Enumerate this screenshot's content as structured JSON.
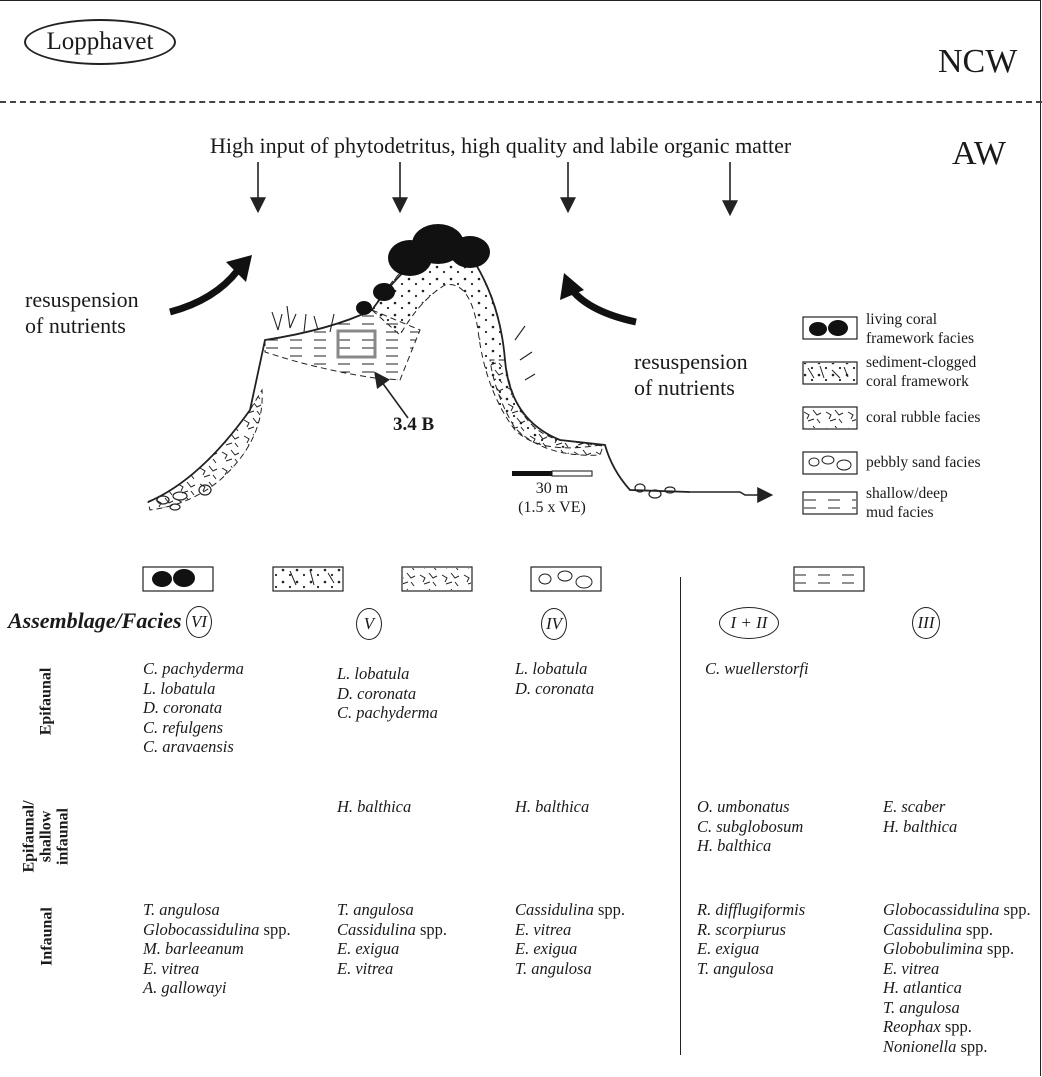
{
  "header": {
    "location": "Lopphavet",
    "water_mass_top": "NCW",
    "water_mass_bottom": "AW"
  },
  "diagram": {
    "input_title": "High input of phytodetritus, high quality and labile organic matter",
    "resuspension_left": [
      "resuspension",
      "of nutrients"
    ],
    "resuspension_right": [
      "resuspension",
      "of nutrients"
    ],
    "figure_ref": "3.4 B",
    "scale_bar": {
      "length": "30 m",
      "note": "(1.5 x VE)"
    }
  },
  "legend": [
    {
      "label": [
        "living coral",
        "framework facies"
      ],
      "pattern": "living-coral"
    },
    {
      "label": [
        "sediment-clogged",
        "coral framework"
      ],
      "pattern": "clogged"
    },
    {
      "label": [
        "coral rubble facies"
      ],
      "pattern": "rubble"
    },
    {
      "label": [
        "pebbly sand facies"
      ],
      "pattern": "pebbly"
    },
    {
      "label": [
        "shallow/deep",
        "mud facies"
      ],
      "pattern": "mud"
    }
  ],
  "table": {
    "header_label": "Assemblage/Facies",
    "row_labels": {
      "epifaunal": "Epifaunal",
      "epi_shallow": [
        "Epifaunal/",
        "shallow",
        "infaunal"
      ],
      "infaunal": "Infaunal"
    },
    "columns": [
      {
        "assemblage": "VI",
        "epifaunal": [
          "C. pachyderma",
          "L. lobatula",
          "D. coronata",
          "C. refulgens",
          "C. aravaensis"
        ],
        "epi_shallow": [],
        "infaunal": [
          "T. angulosa",
          "Globocassidulina spp.",
          "M. barleeanum",
          "E. vitrea",
          "A. gallowayi"
        ]
      },
      {
        "assemblage": "V",
        "epifaunal": [
          "L. lobatula",
          "D. coronata",
          "C. pachyderma"
        ],
        "epi_shallow": [
          "H. balthica"
        ],
        "infaunal": [
          "T. angulosa",
          "Cassidulina spp.",
          "E. exigua",
          "E. vitrea"
        ]
      },
      {
        "assemblage": "IV",
        "epifaunal": [
          "L. lobatula",
          "D. coronata"
        ],
        "epi_shallow": [
          "H. balthica"
        ],
        "infaunal": [
          "Cassidulina spp.",
          "E. vitrea",
          "E. exigua",
          "T. angulosa"
        ]
      },
      {
        "assemblage": "I + II",
        "epifaunal": [
          "C. wuellerstorfi"
        ],
        "epi_shallow": [
          "O. umbonatus",
          "C. subglobosum",
          "H. balthica"
        ],
        "infaunal": [
          "R. difflugiformis",
          "R. scorpiurus",
          "E. exigua",
          "T. angulosa"
        ]
      },
      {
        "assemblage": "III",
        "epifaunal": [],
        "epi_shallow": [
          "E. scaber",
          "H. balthica"
        ],
        "infaunal": [
          "Globocassidulina spp.",
          "Cassidulina spp.",
          "Globobulimina spp.",
          "E. vitrea",
          "H. atlantica",
          "T. angulosa",
          "Reophax spp.",
          "Nonionella spp."
        ]
      }
    ]
  }
}
